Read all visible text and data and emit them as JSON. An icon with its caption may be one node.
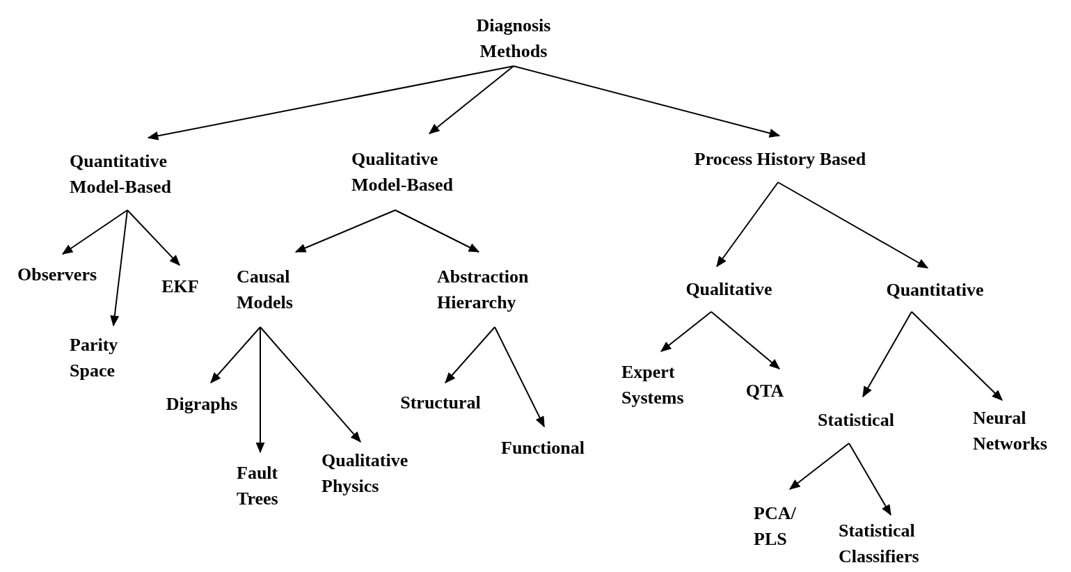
{
  "diagram": {
    "nodes": [
      {
        "text": [
          "Diagnosis Methods"
        ]
      },
      {
        "text": [
          "Quantitative Model-Based"
        ]
      },
      {
        "text": [
          "Qualitative Model-Based"
        ]
      },
      {
        "text": [
          "Process History Based"
        ]
      },
      {
        "text": [
          "Observers"
        ]
      },
      {
        "text": [
          "Parity Space"
        ]
      },
      {
        "text": [
          "EKF"
        ]
      },
      {
        "text": [
          "Causal Models"
        ]
      },
      {
        "text": [
          "Abstraction Hierarchy"
        ]
      },
      {
        "text": [
          "Digraphs"
        ]
      },
      {
        "text": [
          "Fault Trees"
        ]
      },
      {
        "text": [
          "Qualitative Physics"
        ]
      },
      {
        "text": [
          "Structural"
        ]
      },
      {
        "text": [
          "Functional"
        ]
      },
      {
        "text": [
          "Qualitative"
        ]
      },
      {
        "text": [
          "Quantitative"
        ]
      },
      {
        "text": [
          "Expert Systems"
        ]
      },
      {
        "text": [
          "QTA"
        ]
      },
      {
        "text": [
          "Statistical"
        ]
      },
      {
        "text": [
          "Neural Networks"
        ]
      },
      {
        "text": [
          "PCA/ PLS"
        ]
      },
      {
        "text": [
          "Statistical Classifiers"
        ]
      }
    ],
    "edges": [
      {
        "from": 0,
        "to": 1,
        "arrow": "to"
      },
      {
        "from": 0,
        "to": 2,
        "arrow": "to"
      },
      {
        "from": 0,
        "to": 3,
        "arrow": "to"
      },
      {
        "from": 1,
        "to": 4,
        "arrow": "to"
      },
      {
        "from": 1,
        "to": 5,
        "arrow": "to"
      },
      {
        "from": 1,
        "to": 6,
        "arrow": "to"
      },
      {
        "from": 2,
        "to": 7,
        "arrow": "to"
      },
      {
        "from": 2,
        "to": 8,
        "arrow": "to"
      },
      {
        "from": 3,
        "to": 14,
        "arrow": "to"
      },
      {
        "from": 3,
        "to": 15,
        "arrow": "to"
      },
      {
        "from": 7,
        "to": 9,
        "arrow": "to"
      },
      {
        "from": 7,
        "to": 10,
        "arrow": "to"
      },
      {
        "from": 7,
        "to": 11,
        "arrow": "to"
      },
      {
        "from": 8,
        "to": 12,
        "arrow": "to"
      },
      {
        "from": 8,
        "to": 13,
        "arrow": "to"
      },
      {
        "from": 14,
        "to": 16,
        "arrow": "to"
      },
      {
        "from": 14,
        "to": 17,
        "arrow": "to"
      },
      {
        "from": 15,
        "to": 18,
        "arrow": "to"
      },
      {
        "from": 15,
        "to": 19,
        "arrow": "to"
      },
      {
        "from": 18,
        "to": 20,
        "arrow": "to"
      },
      {
        "from": 18,
        "to": 21,
        "arrow": "to"
      }
    ]
  }
}
